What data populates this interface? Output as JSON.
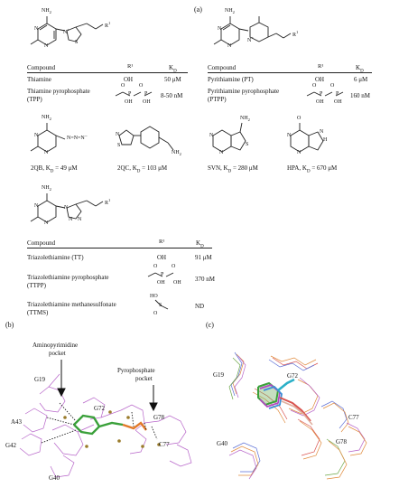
{
  "panel_a": {
    "label": "(a)",
    "thiamine_table": {
      "header": {
        "compound": "Compound",
        "r1": "R¹",
        "kd": "K",
        "kd_sub": "D"
      },
      "rows": [
        {
          "compound": "Thiamine",
          "r1": "OH",
          "kd": "50 μM"
        },
        {
          "compound": "Thiamine pyrophosphate",
          "compound2": "(TPP)",
          "kd": "8-50 nM"
        }
      ]
    },
    "pyrithiamine_table": {
      "header": {
        "compound": "Compound",
        "r1": "R¹",
        "kd": "K",
        "kd_sub": "D"
      },
      "rows": [
        {
          "compound": "Pyrithiamine (PT)",
          "r1": "OH",
          "kd": "6 μM"
        },
        {
          "compound": "Pyrithiamine pyrophosphate",
          "compound2": "(PTPP)",
          "kd": "160 nM"
        }
      ]
    },
    "fragments": [
      {
        "name": "2QB",
        "sep": ", K",
        "sub": "D",
        "val": "= 49 μM"
      },
      {
        "name": "2QC",
        "sep": ", K",
        "sub": "D",
        "val": "= 103 μM"
      },
      {
        "name": "SVN",
        "sep": ", K",
        "sub": "D",
        "val": "= 280 μM"
      },
      {
        "name": "HPA",
        "sep": ", K",
        "sub": "D",
        "val": "= 670 μM"
      }
    ],
    "triazole_table": {
      "rows": [
        {
          "compound": "Triazolethiamine (TT)",
          "r1": "OH",
          "kd": "91 μM"
        },
        {
          "compound": "Triazolethiamine pyrophosphate",
          "compound2": "(TTPP)",
          "kd": "370 nM"
        },
        {
          "compound": "Triazolethiamine methanesulfonate",
          "compound2": "(TTMS)",
          "kd": "ND"
        }
      ]
    },
    "atoms": {
      "nh2": "NH",
      "nh2_sub": "2",
      "n": "N",
      "nplus": "N",
      "plus": "+",
      "s": "S",
      "r": "R",
      "r_sup": "1",
      "o": "O",
      "oh": "OH",
      "ho": "HO",
      "p": "P",
      "nh": "H",
      "azide": "N=N=N⁻"
    }
  },
  "panel_b": {
    "label": "(b)",
    "pocket1": "Aminopyrimidine",
    "pocket1b": "pocket",
    "pocket2": "Pyrophosphate",
    "pocket2b": "pocket",
    "residues": [
      "G19",
      "G72",
      "G78",
      "A43",
      "G42",
      "C77",
      "G40"
    ]
  },
  "panel_c": {
    "label": "(c)",
    "residues": [
      "G19",
      "G72",
      "C77",
      "G40",
      "G78"
    ]
  }
}
